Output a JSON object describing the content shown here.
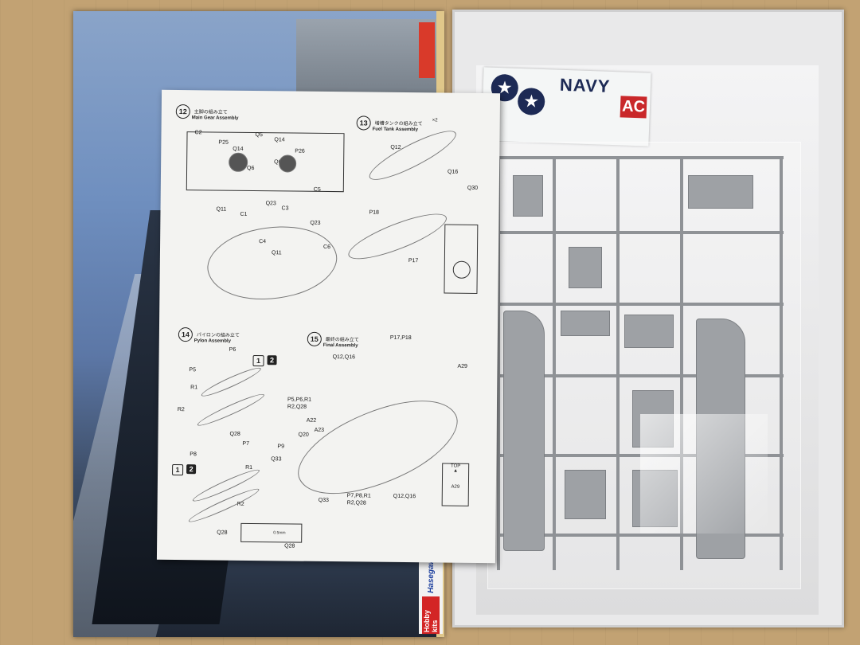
{
  "lid": {
    "brand_name": "Hasegawa",
    "brand_tag": "Hobby kits"
  },
  "instructions": {
    "step12": {
      "number": "12",
      "jp": "主脚の組み立て",
      "en": "Main Gear Assembly",
      "parts": [
        "C2",
        "P25",
        "Q5",
        "Q14",
        "Q6",
        "Q14",
        "P26",
        "Q6",
        "C5",
        "Q11",
        "C1",
        "Q23",
        "C3",
        "Q23",
        "C4",
        "Q11",
        "C6"
      ]
    },
    "step13": {
      "number": "13",
      "jp": "増槽タンクの組み立て",
      "en": "Fuel Tank Assembly",
      "parts": [
        "Q12",
        "Q16",
        "Q30",
        "P18",
        "P17"
      ],
      "badge": "×2"
    },
    "step14": {
      "number": "14",
      "jp": "パイロンの組み立て",
      "en": "Pylon Assembly",
      "parts_a": [
        "P6",
        "P5",
        "R1",
        "R2",
        "Q28"
      ],
      "parts_b": [
        "P7",
        "P8",
        "R1",
        "R2",
        "Q28"
      ],
      "option_1": "1",
      "option_2": "2",
      "note": "0.5mm",
      "note_part": "Q28"
    },
    "step15": {
      "number": "15",
      "jp": "最終の組み立て",
      "en": "Final Assembly",
      "parts": [
        "P17,P18",
        "Q12,Q16",
        "A29",
        "P5,P6,R1",
        "R2,Q28",
        "A22",
        "A23",
        "Q20",
        "P9",
        "Q33",
        "Q33",
        "P7,P8,R1",
        "R2,Q28",
        "Q12,Q16"
      ],
      "top_label": "TOP",
      "top_part": "A29"
    }
  },
  "decals": {
    "navy_text": "NAVY",
    "squadron_text": "AC"
  }
}
